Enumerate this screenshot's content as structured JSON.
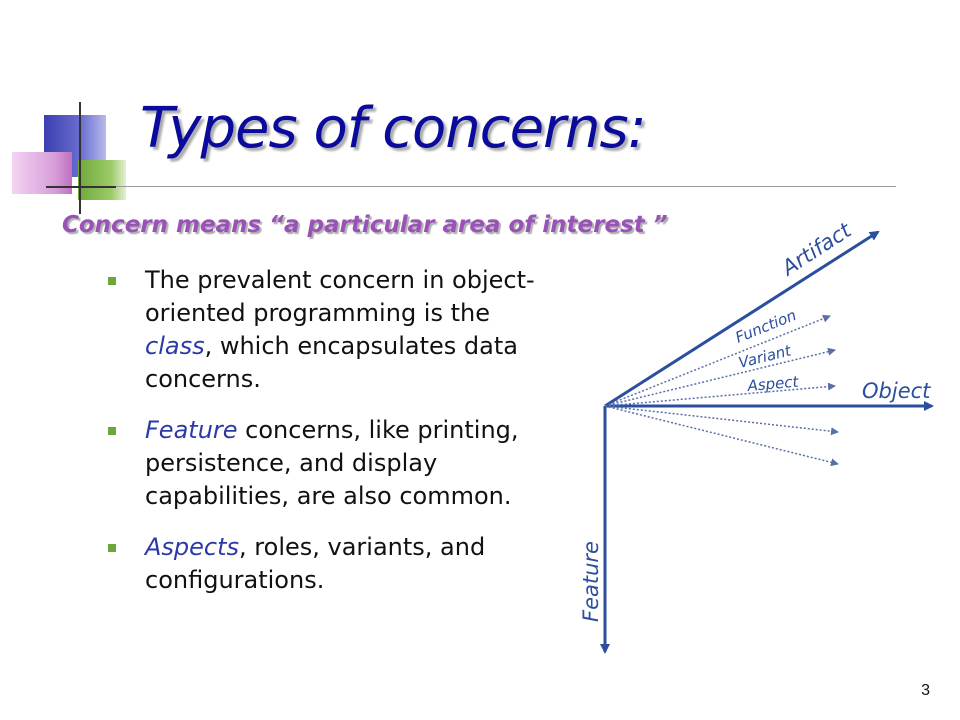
{
  "slide": {
    "title": "Types of concerns:",
    "subtitle": "Concern means “a particular area of interest ”",
    "bullets": [
      {
        "parts": [
          {
            "text": "The prevalent concern in object-oriented programming is the ",
            "emph": false
          },
          {
            "text": "class",
            "emph": true
          },
          {
            "text": ", which encapsulates data concerns.",
            "emph": false
          }
        ]
      },
      {
        "parts": [
          {
            "text": "Feature",
            "emph": true
          },
          {
            "text": " concerns, like printing, persistence, and display capabilities, are also common.",
            "emph": false
          }
        ]
      },
      {
        "parts": [
          {
            "text": "Aspects",
            "emph": true
          },
          {
            "text": ", roles, variants, and configurations.",
            "emph": false
          }
        ]
      }
    ],
    "page_number": "3"
  },
  "diagram": {
    "labels": {
      "artifact": "Artifact",
      "function": "Function",
      "variant": "Variant",
      "aspect": "Aspect",
      "object": "Object",
      "feature": "Feature"
    },
    "colors": {
      "axis": "#2b4f9e",
      "dotted": "#5a6fa8",
      "label": "#2b4f9e"
    }
  },
  "colors": {
    "title": "#0a0a9c",
    "subtitle": "#9a52b8",
    "bullet_marker": "#6aa83a",
    "emphasis": "#2b3aa8"
  }
}
